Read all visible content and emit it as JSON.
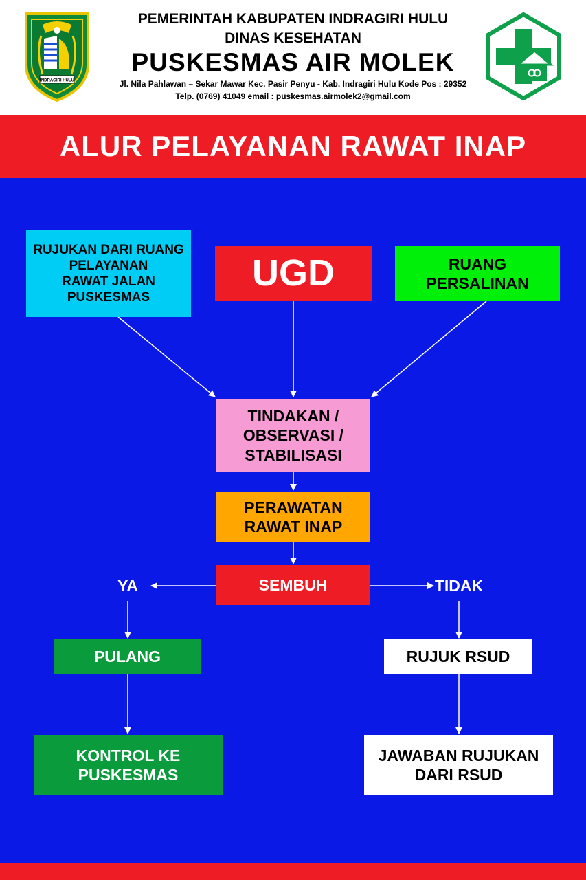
{
  "header": {
    "line1": "PEMERINTAH KABUPATEN INDRAGIRI HULU",
    "line2": "DINAS KESEHATAN",
    "line3": "PUSKESMAS AIR MOLEK",
    "line4": "Jl. Nila Pahlawan – Sekar Mawar Kec. Pasir Penyu - Kab. Indragiri Hulu Kode Pos : 29352",
    "line5": "Telp. (0769) 41049 email : puskesmas.airmolek2@gmail.com",
    "emblem_text": "INDRAGIRI HULU"
  },
  "title": "ALUR PELAYANAN RAWAT INAP",
  "colors": {
    "red": "#ee1c24",
    "blue": "#0a19e6",
    "cyan": "#00cdf5",
    "green_light": "#00f00a",
    "pink": "#f69bd3",
    "orange": "#ffa600",
    "green_dark": "#0a9b3c",
    "logo_green": "#0ea04a"
  },
  "nodes": {
    "rujukan": "RUJUKAN DARI RUANG\nPELAYANAN\nRAWAT JALAN\nPUSKESMAS",
    "ugd": "UGD",
    "persalinan": "RUANG\nPERSALINAN",
    "tindakan": "TINDAKAN /\nOBSERVASI /\nSTABILISASI",
    "perawatan": "PERAWATAN\nRAWAT INAP",
    "sembuh": "SEMBUH",
    "ya": "YA",
    "tidak": "TIDAK",
    "pulang": "PULANG",
    "rujuk_rsud": "RUJUK RSUD",
    "kontrol": "KONTROL KE\nPUSKESMAS",
    "jawaban": "JAWABAN RUJUKAN\nDARI RSUD"
  }
}
